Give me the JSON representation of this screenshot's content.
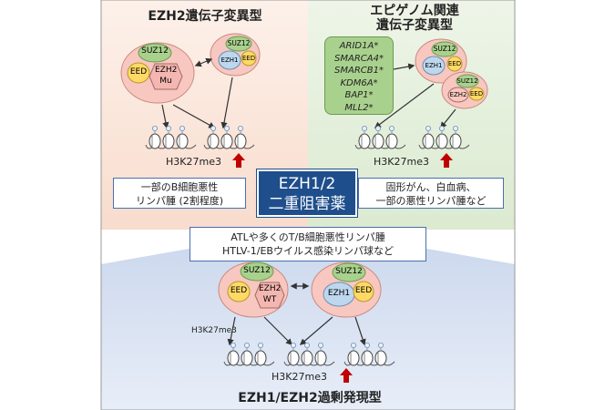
{
  "panels": {
    "ezh2_mutation": {
      "title": "EZH2遺伝子変異型",
      "complex_left": {
        "suz12": "SUZ12",
        "eed": "EED",
        "ezh2_line1": "EZH2",
        "ezh2_line2": "Mu"
      },
      "complex_right": {
        "suz12": "SUZ12",
        "ezh1": "EZH1",
        "eed": "EED"
      },
      "h3k27me3": "H3K27me3",
      "disease_line1": "一部のB細胞悪性",
      "disease_line2": "リンパ腫 (2割程度)"
    },
    "epigenome": {
      "title_line1": "エピゲノム関連",
      "title_line2": "遺伝子変異型",
      "genes": [
        "ARID1A*",
        "SMARCA4*",
        "SMARCB1*",
        "KDM6A*",
        "BAP1*",
        "MLL2*"
      ],
      "complex_top": {
        "suz12": "SUZ12",
        "ezh1": "EZH1",
        "eed": "EED"
      },
      "complex_bottom": {
        "suz12": "SUZ12",
        "ezh2": "EZH2",
        "eed": "EED"
      },
      "h3k27me3": "H3K27me3",
      "disease_line1": "固形がん、白血病、",
      "disease_line2": "一部の悪性リンパ腫など"
    },
    "overexpression": {
      "title": "EZH1/EZH2過剰発現型",
      "disease_line1": "ATLや多くのT/B細胞悪性リンパ腫",
      "disease_line2": "HTLV-1/EBウイルス感染リンパ球など",
      "complex_left": {
        "suz12": "SUZ12",
        "eed": "EED",
        "ezh2_line1": "EZH2",
        "ezh2_line2": "WT"
      },
      "complex_right": {
        "suz12": "SUZ12",
        "ezh1": "EZH1",
        "eed": "EED"
      },
      "h3k27me3_small": "H3K27me3",
      "h3k27me3": "H3K27me3"
    }
  },
  "center": {
    "line1": "EZH1/2",
    "line2": "二重阻害薬"
  },
  "colors": {
    "pink_bg": "#fbe7dc",
    "green_bg": "#e4efdb",
    "blue_bg": "#dce4f1",
    "suz12": "#a9d18e",
    "eed": "#ffd966",
    "ezh2": "#f4b6b0",
    "ezh1": "#bdd7ee",
    "complex_bg": "#f8c7c0",
    "center": "#1f4e8c",
    "arrow_up": "#c00000"
  }
}
